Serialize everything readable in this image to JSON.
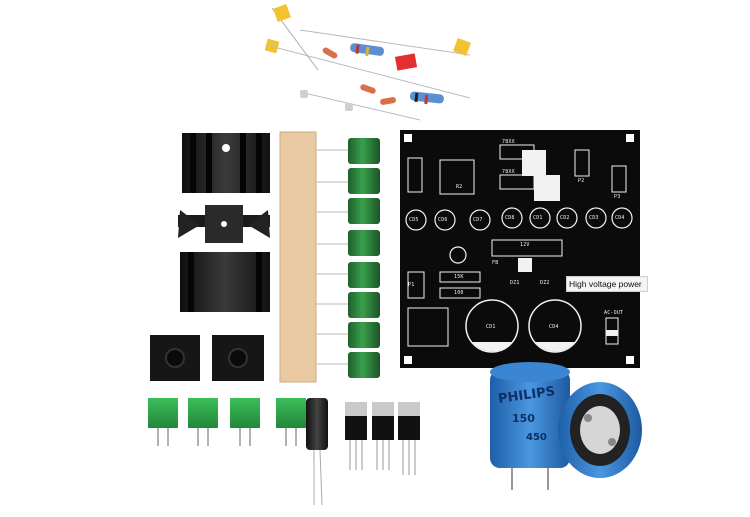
{
  "pcb": {
    "label": "High voltage power",
    "silkscreen": {
      "reg_top": "78XX",
      "reg_mid": "78XX",
      "r2": "R2",
      "cd5": "CD5",
      "cd6": "CD6",
      "cd7": "CD7",
      "cd8": "CD8",
      "cd1": "CD1",
      "cd2": "CD2",
      "cd3": "CD3",
      "cd4": "CD4",
      "cd4b": "CD4",
      "cd1b": "CD1",
      "v12": "12V",
      "r15k": "15K",
      "r100": "100",
      "dz1": "DZ1",
      "dz2": "DZ2",
      "acout": "AC-OUT",
      "p1": "P1",
      "p2": "P2",
      "p3": "P3",
      "fb": "FB"
    }
  },
  "capacitor_print": {
    "brand": "PHILIPS",
    "value": "150",
    "voltage": "450"
  },
  "colors": {
    "pcb": "#0b0b0b",
    "silkscreen": "#f2f2f2",
    "heatsink": "#1a1a1a",
    "terminal_green": "#2fa14a",
    "cap_blue": "#2f7cc9",
    "small_cap_green": "#2e7d3a",
    "cardboard": "#e8c9a2"
  }
}
